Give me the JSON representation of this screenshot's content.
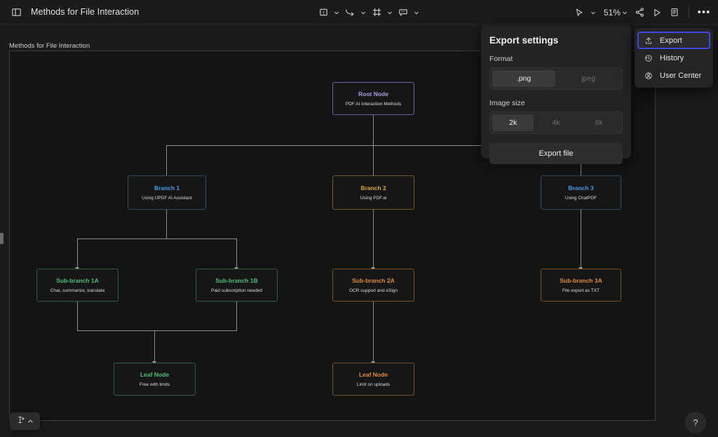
{
  "topbar": {
    "panel_icon": "sidebar-panel-icon",
    "doc_title": "Methods for File Interaction",
    "center_tools": [
      {
        "name": "text-tool",
        "icon": "text-box-icon"
      },
      {
        "name": "connector-tool",
        "icon": "connector-arrow-icon"
      },
      {
        "name": "frame-tool",
        "icon": "frame-icon"
      },
      {
        "name": "comment-tool",
        "icon": "comment-icon"
      }
    ],
    "cursor_tool": "cursor-icon",
    "zoom_level": "51%",
    "share_icon": "share-icon",
    "present_icon": "present-play-icon",
    "notes_icon": "notes-icon",
    "more_icon": "more-dots-icon"
  },
  "canvas": {
    "frame_label": "Methods for File Interaction",
    "nodes": [
      {
        "id": "root",
        "title": "Root Node",
        "subtitle": "PDF AI Interaction Methods",
        "color": "purple"
      },
      {
        "id": "b1",
        "title": "Branch 1",
        "subtitle": "Using UPDF AI Assistant",
        "color": "blue"
      },
      {
        "id": "b2",
        "title": "Branch 2",
        "subtitle": "Using PDF.ai",
        "color": "gold"
      },
      {
        "id": "b3",
        "title": "Branch 3",
        "subtitle": "Using ChatPDF",
        "color": "blue"
      },
      {
        "id": "s1a",
        "title": "Sub-branch 1A",
        "subtitle": "Chat, summarize, translate",
        "color": "green"
      },
      {
        "id": "s1b",
        "title": "Sub-branch 1B",
        "subtitle": "Paid subscription needed",
        "color": "green"
      },
      {
        "id": "s2a",
        "title": "Sub-branch 2A",
        "subtitle": "OCR support and eSign",
        "color": "orange"
      },
      {
        "id": "s3a",
        "title": "Sub-branch 3A",
        "subtitle": "File export as TXT",
        "color": "orange"
      },
      {
        "id": "leaf1",
        "title": "Leaf Node",
        "subtitle": "Free with limits",
        "color": "green"
      },
      {
        "id": "leaf2",
        "title": "Leaf Node",
        "subtitle": "Limit on uploads",
        "color": "orange"
      }
    ]
  },
  "export_panel": {
    "title": "Export settings",
    "format_label": "Format",
    "format_options": [
      {
        "label": ".png",
        "selected": true
      },
      {
        "label": "jpeg",
        "selected": false
      }
    ],
    "size_label": "Image size",
    "size_options": [
      {
        "label": "2k",
        "selected": true
      },
      {
        "label": "4k",
        "selected": false
      },
      {
        "label": "8k",
        "selected": false
      }
    ],
    "export_button": "Export file"
  },
  "menu": {
    "items": [
      {
        "label": "Export",
        "icon": "export-upload-icon",
        "selected": true
      },
      {
        "label": "History",
        "icon": "clock-history-icon",
        "selected": false
      },
      {
        "label": "User Center",
        "icon": "user-circle-icon",
        "selected": false
      }
    ]
  },
  "widgets": {
    "text_tool_icon": "text-cursor-add-icon",
    "text_tool_chevron": "chevron-up-icon",
    "help_label": "?"
  },
  "colors": {
    "accent_selected": "#3b49df",
    "purple": "#a99bea",
    "blue": "#4a9ae8",
    "gold": "#d9a93c",
    "green": "#4cc07a",
    "orange": "#e08a3c"
  }
}
